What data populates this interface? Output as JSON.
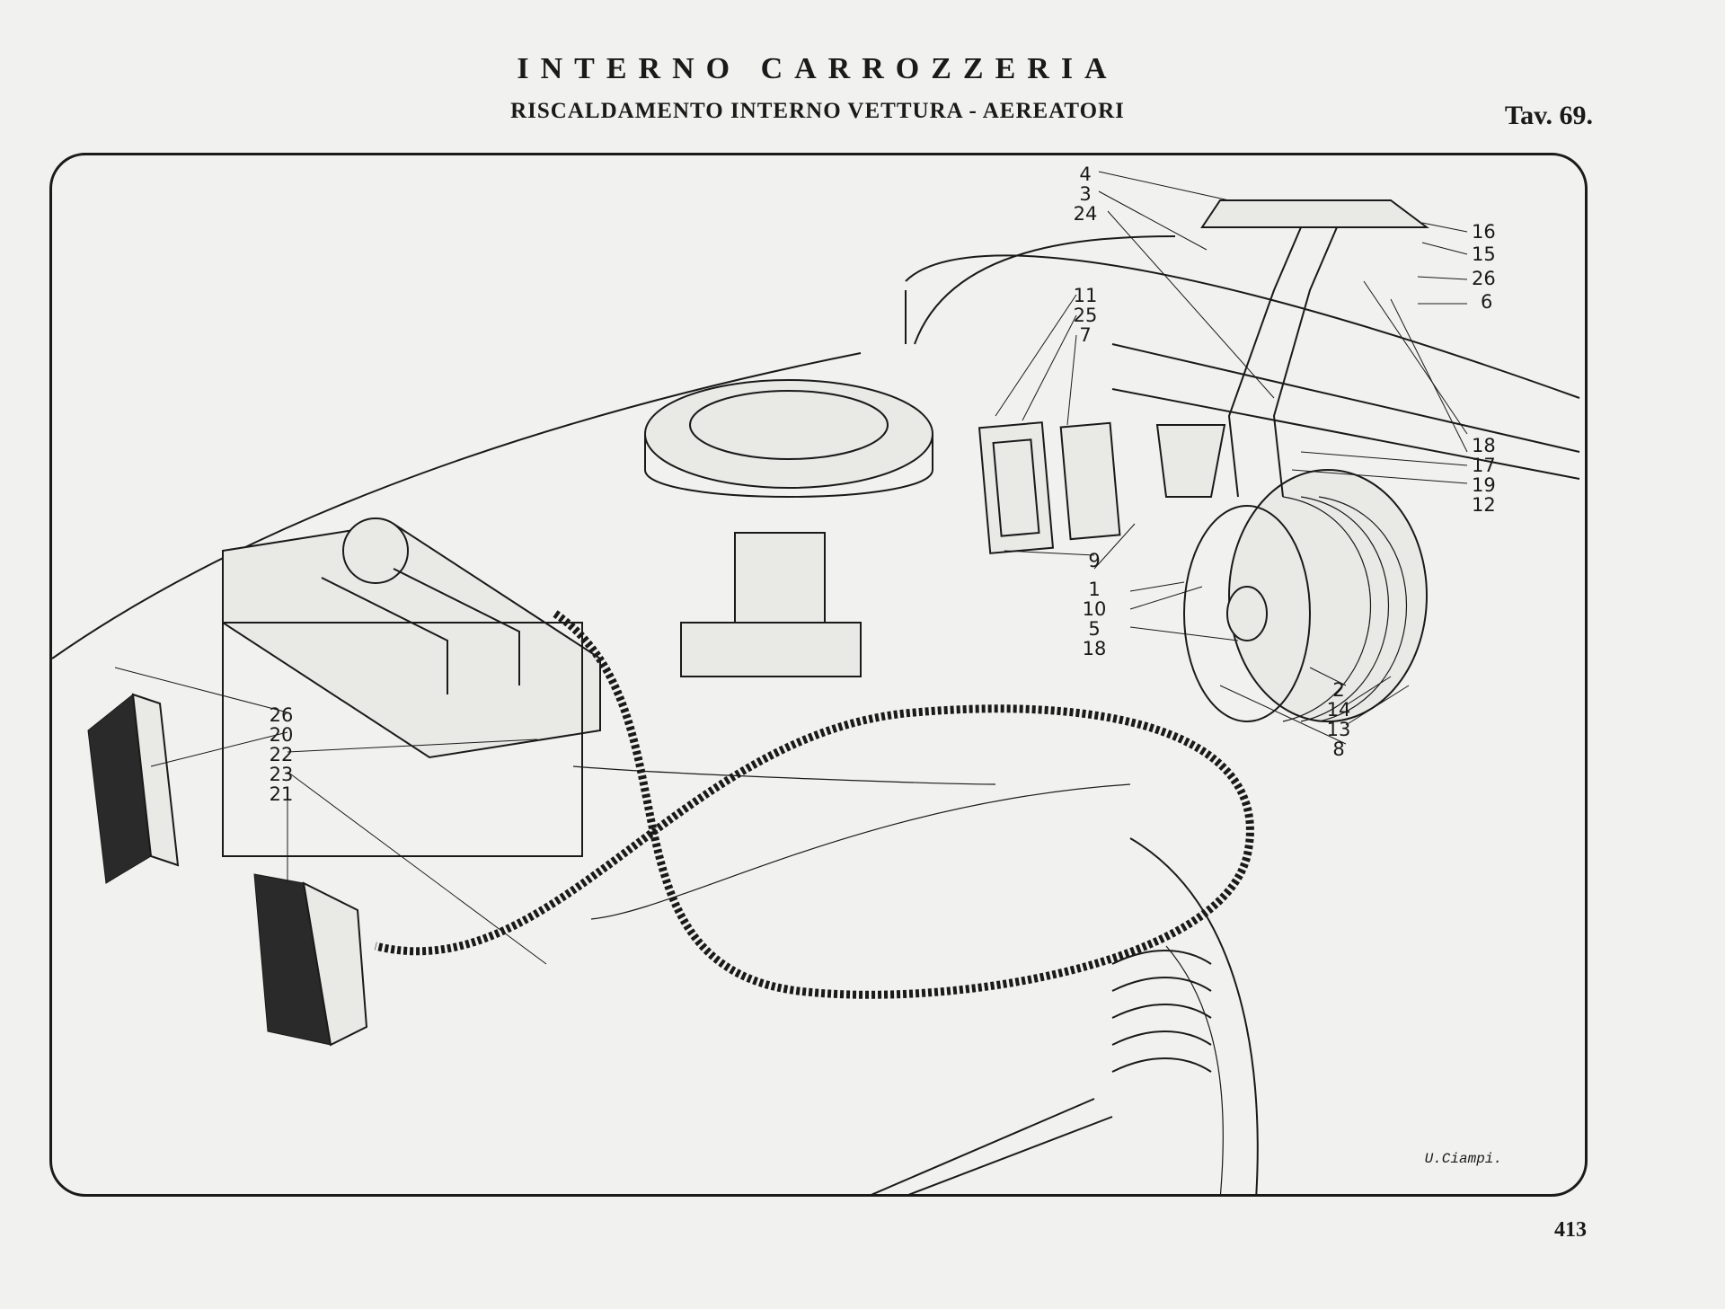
{
  "header": {
    "title": "INTERNO CARROZZERIA",
    "subtitle": "RISCALDAMENTO INTERNO VETTURA - AEREATORI",
    "plate": "Tav. 69."
  },
  "callouts": {
    "c4": "4",
    "c3": "3",
    "c24": "24",
    "c16": "16",
    "c15": "15",
    "c26a": "26",
    "c6": "6",
    "c11": "11",
    "c25": "25",
    "c7": "7",
    "c18a": "18",
    "c17": "17",
    "c19": "19",
    "c12": "12",
    "c9": "9",
    "c1": "1",
    "c10": "10",
    "c5": "5",
    "c18b": "18",
    "c2": "2",
    "c14": "14",
    "c13": "13",
    "c8": "8",
    "c26b": "26",
    "c20": "20",
    "c22": "22",
    "c23": "23",
    "c21": "21"
  },
  "signature": "U.Ciampi.",
  "page_number": "413",
  "colors": {
    "ink": "#1a1a1a",
    "paper": "#f1f1ef"
  }
}
